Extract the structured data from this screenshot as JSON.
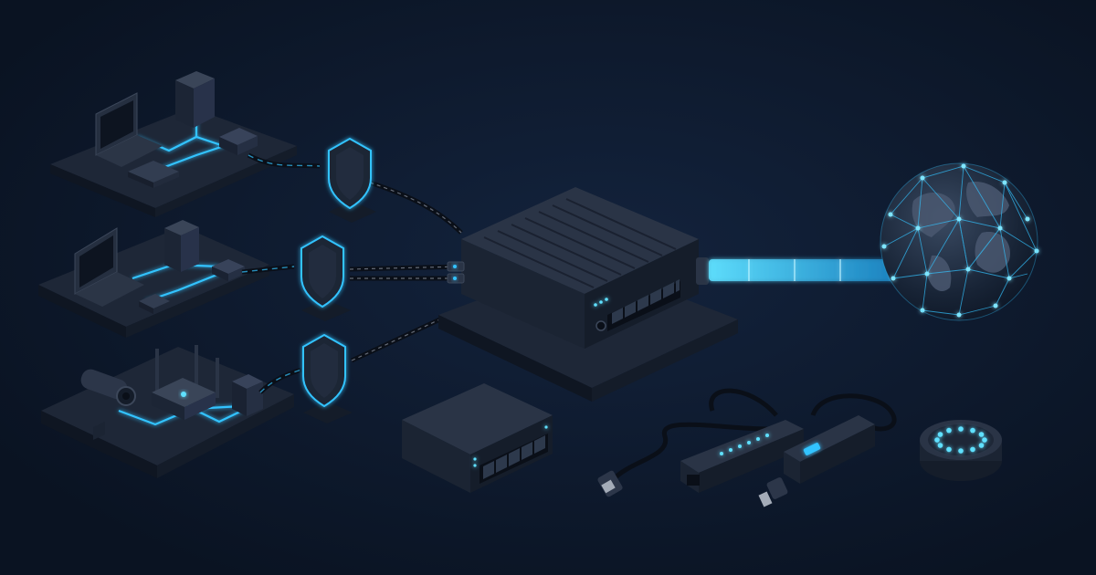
{
  "scene": {
    "description_free": true,
    "colors": {
      "background": "#0c1628",
      "background_glow": "#13233d",
      "device_body": "#1b2433",
      "device_top": "#2a3446",
      "device_side": "#121a26",
      "platform_top": "#1e2737",
      "platform_side": "#0f1622",
      "accent": "#33c3ff",
      "accent_soft": "#1a7fb8",
      "cable": "#0a0f18"
    },
    "icons": [
      "laptop-icon",
      "desktop-monitor-icon",
      "server-tower-icon",
      "router-icon",
      "security-camera-icon",
      "shield-icon",
      "network-switch-icon",
      "globe-icon",
      "ethernet-plug-icon",
      "cable-tester-icon",
      "smart-speaker-icon"
    ],
    "switch_small_ports": 5,
    "main_router_ports": 6,
    "speaker_leds": 12
  }
}
